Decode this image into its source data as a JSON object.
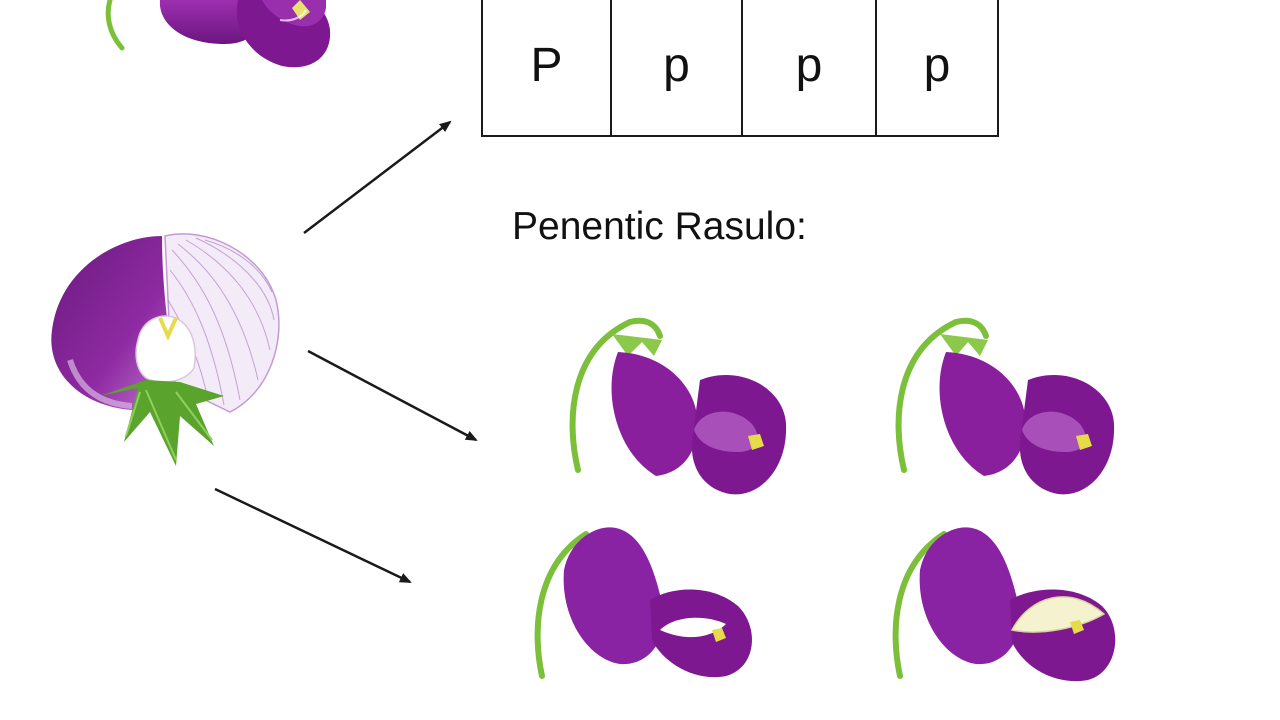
{
  "allele_boxes": [
    "P",
    "p",
    "p",
    "p"
  ],
  "result_heading": "Penentic Rasulo:",
  "colors": {
    "petal_dark": "#7a1a8c",
    "petal_mid": "#9b2fae",
    "petal_light": "#b55bc8",
    "stem": "#7bbf3a",
    "pollen": "#e6dc4a",
    "arrow": "#1a1a1a",
    "box_border": "#1a1a1a"
  },
  "icons": [
    "parent-flower-illustration",
    "offspring-flower-icon",
    "arrow-icon"
  ]
}
